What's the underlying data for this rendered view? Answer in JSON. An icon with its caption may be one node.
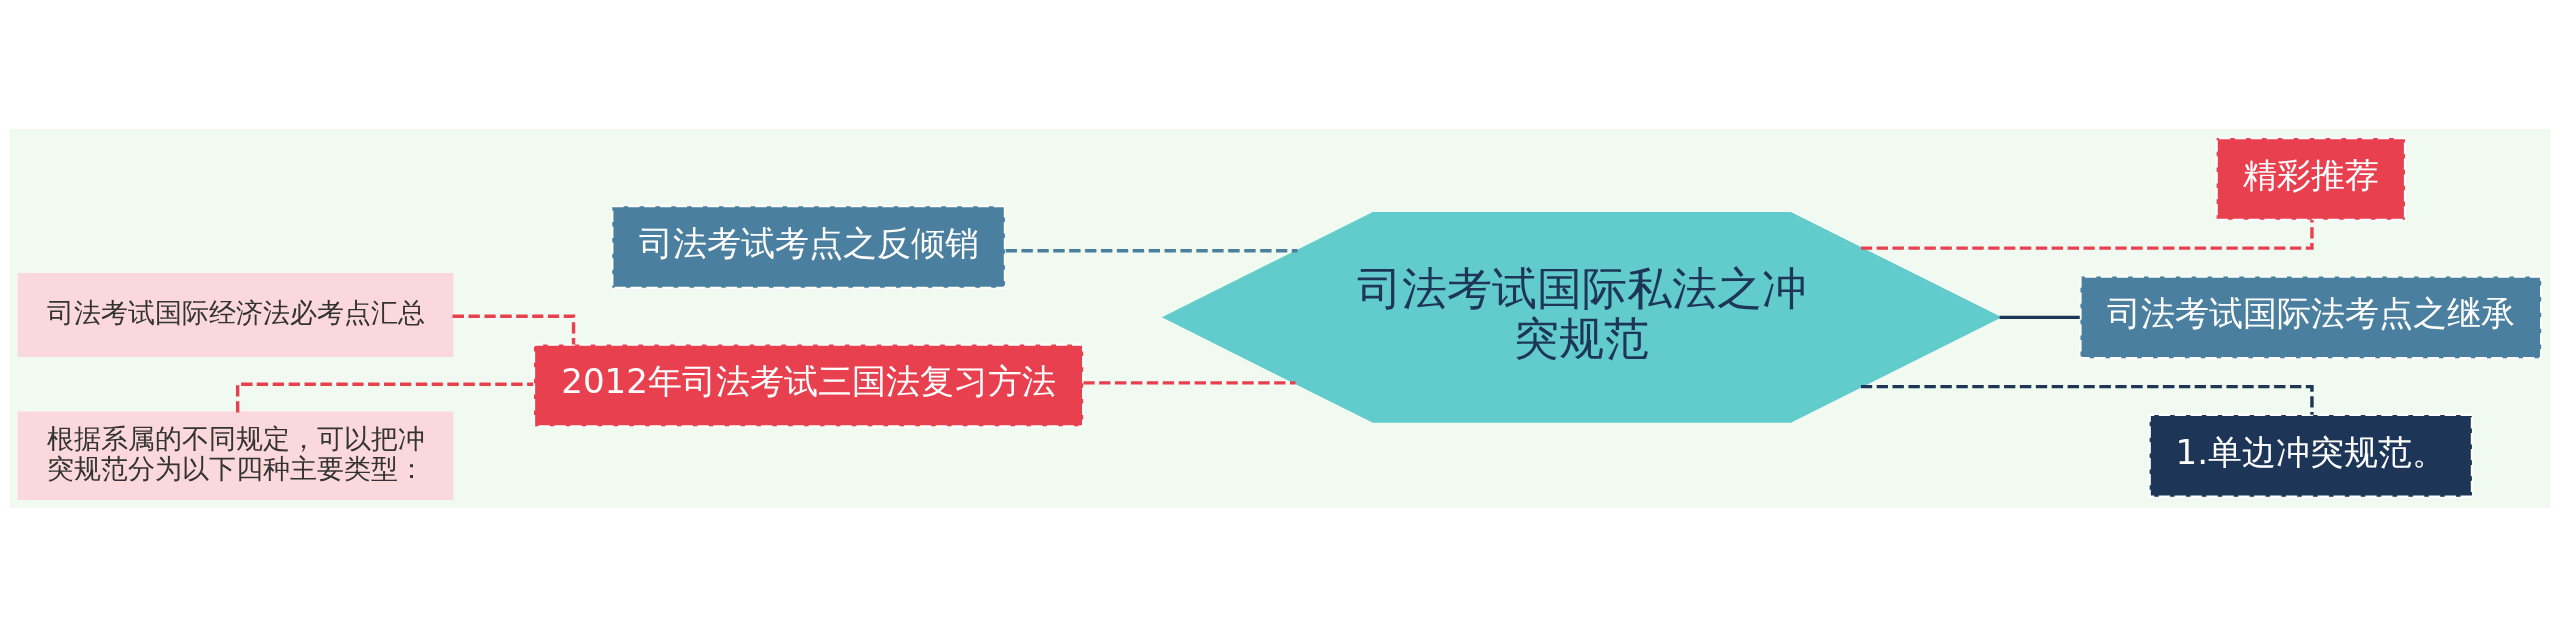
{
  "diagram": {
    "nodes": [
      {
        "text": [
          "司法考试国际私法之冲突规范"
        ]
      },
      {
        "text": [
          "司法考试考点之反倾销"
        ]
      },
      {
        "text": [
          "2012年司法考试三国法复习方法"
        ]
      },
      {
        "text": [
          "司法考试国际经济法必考点汇总"
        ]
      },
      {
        "text": [
          "根据系属的不同规定，可以把冲突规范分为以下四种主要类型："
        ]
      },
      {
        "text": [
          "精彩推荐"
        ]
      },
      {
        "text": [
          "司法考试国际法考点之继承"
        ]
      },
      {
        "text": [
          "1.单边冲突规范。"
        ]
      }
    ],
    "edges": [
      {
        "from": 0,
        "to": 1,
        "arrow": "none",
        "style": "dashed",
        "color": "#4a7fa0"
      },
      {
        "from": 0,
        "to": 2,
        "arrow": "none",
        "style": "dashed"
      },
      {
        "from": 2,
        "to": 3,
        "arrow": "none",
        "style": "dashed"
      },
      {
        "from": 2,
        "to": 4,
        "arrow": "none",
        "style": "dashed"
      },
      {
        "from": 0,
        "to": 5,
        "arrow": "none",
        "style": "dashed"
      },
      {
        "from": 0,
        "to": 6,
        "arrow": "none",
        "color": "#1d3557"
      },
      {
        "from": 0,
        "to": 7,
        "arrow": "none",
        "style": "dashed",
        "color": "#1d3557"
      }
    ]
  }
}
